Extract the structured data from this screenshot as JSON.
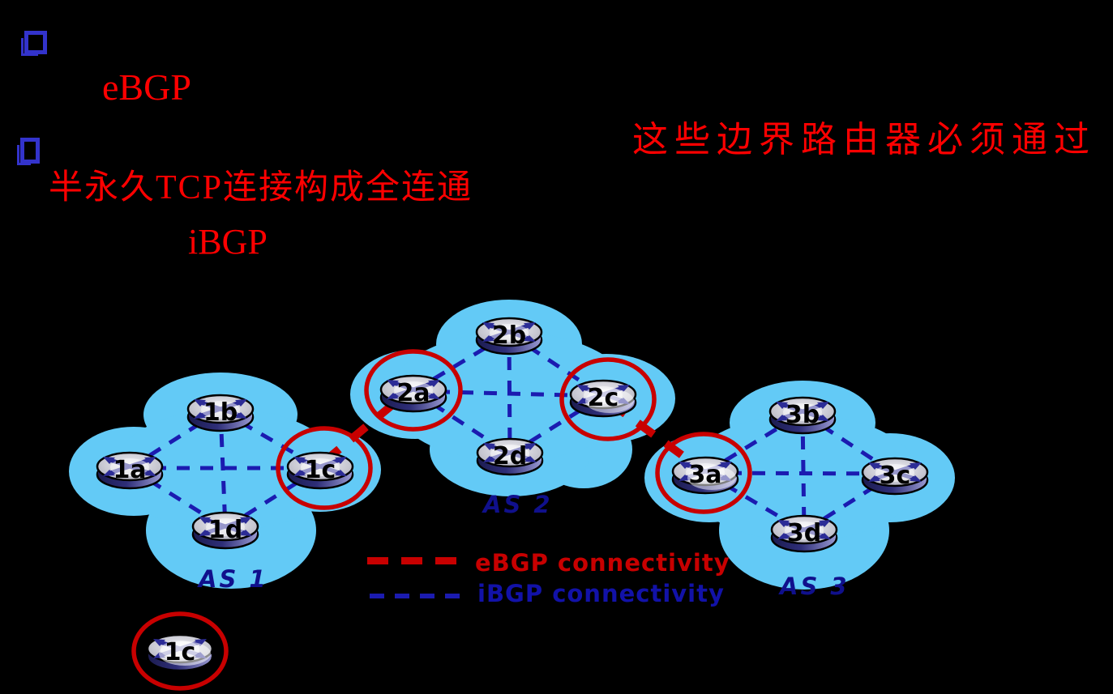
{
  "content": {
    "bullet_1": {
      "bullet_icon": "hollow-square",
      "keyword": "eBGP"
    },
    "bullet_2": {
      "bullet_icon": "hollow-square",
      "line1": "这些边界路由器必须通过",
      "line2": "半永久TCP连接构成全连通",
      "line3": "iBGP"
    }
  },
  "diagram": {
    "as1": {
      "label": "AS 1",
      "routers": {
        "a": "1a",
        "b": "1b",
        "c": "1c",
        "d": "1d"
      }
    },
    "as2": {
      "label": "AS 2",
      "routers": {
        "a": "2a",
        "b": "2b",
        "c": "2c",
        "d": "2d"
      }
    },
    "as3": {
      "label": "AS 3",
      "routers": {
        "a": "3a",
        "b": "3b",
        "c": "3c",
        "d": "3d"
      }
    },
    "standalone_router": {
      "label": "1c"
    },
    "legend": {
      "ebgp": {
        "label": "eBGP connectivity",
        "color": "#c80000"
      },
      "ibgp": {
        "label": "iBGP connectivity",
        "color": "#1b1bb0"
      }
    },
    "colors": {
      "as_cloud_fill": "#63caf6",
      "ibgp_line": "#1b1bb0",
      "ebgp_line": "#c80000",
      "highlight_circle": "#c80000",
      "as_label_text": "#10108c",
      "top_text_red": "#ff0000",
      "bullet_blue": "#3333cc"
    }
  }
}
